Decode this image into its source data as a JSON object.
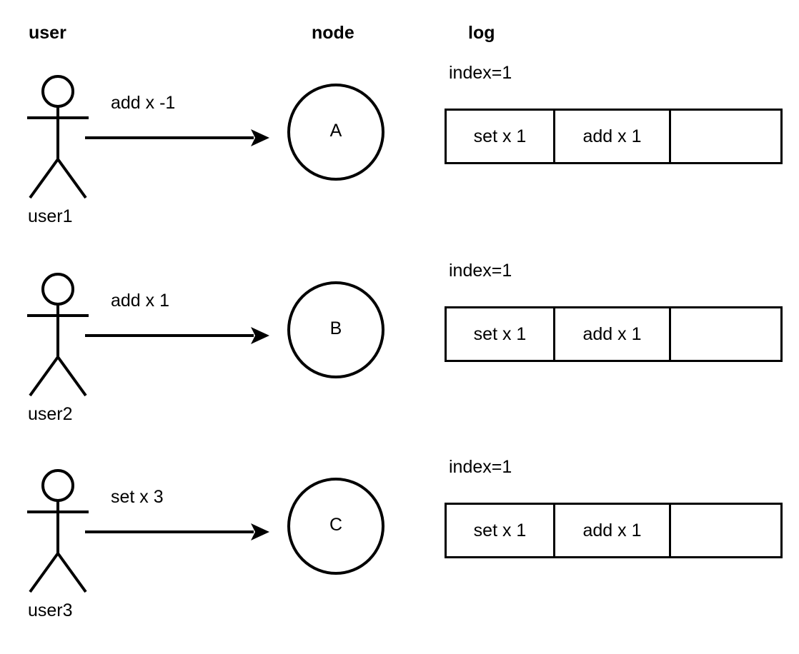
{
  "headers": {
    "user": "user",
    "node": "node",
    "log": "log"
  },
  "style": {
    "stroke_color": "#000000",
    "background_color": "#ffffff"
  },
  "rows": [
    {
      "actor_icon": "stick-figure-icon",
      "actor_label": "user1",
      "arrow_icon": "arrow-right-icon",
      "arrow_label": "add x -1",
      "node_label": "A",
      "log_index": "index=1",
      "log_cells": [
        "set x 1",
        "add x 1",
        ""
      ]
    },
    {
      "actor_icon": "stick-figure-icon",
      "actor_label": "user2",
      "arrow_icon": "arrow-right-icon",
      "arrow_label": "add x 1",
      "node_label": "B",
      "log_index": "index=1",
      "log_cells": [
        "set x 1",
        "add x 1",
        ""
      ]
    },
    {
      "actor_icon": "stick-figure-icon",
      "actor_label": "user3",
      "arrow_icon": "arrow-right-icon",
      "arrow_label": "set x 3",
      "node_label": "C",
      "log_index": "index=1",
      "log_cells": [
        "set x 1",
        "add x 1",
        ""
      ]
    }
  ]
}
